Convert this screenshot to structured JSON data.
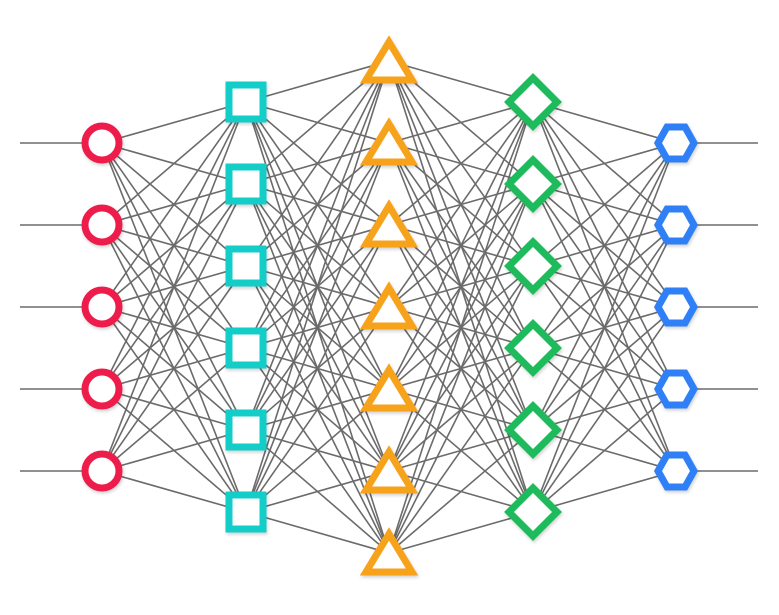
{
  "diagram": {
    "type": "fully-connected neural network",
    "edge_color": "#6b6b6b",
    "has_input_stubs": true,
    "has_output_stubs": true,
    "layers": [
      {
        "shape": "circle",
        "nodes": 5,
        "color": "#ee1c4a"
      },
      {
        "shape": "square",
        "nodes": 6,
        "color": "#12cdc8"
      },
      {
        "shape": "triangle",
        "nodes": 7,
        "color": "#f7a21b"
      },
      {
        "shape": "diamond",
        "nodes": 6,
        "color": "#1dbb5b"
      },
      {
        "shape": "hexagon",
        "nodes": 5,
        "color": "#2f80f7"
      }
    ]
  }
}
